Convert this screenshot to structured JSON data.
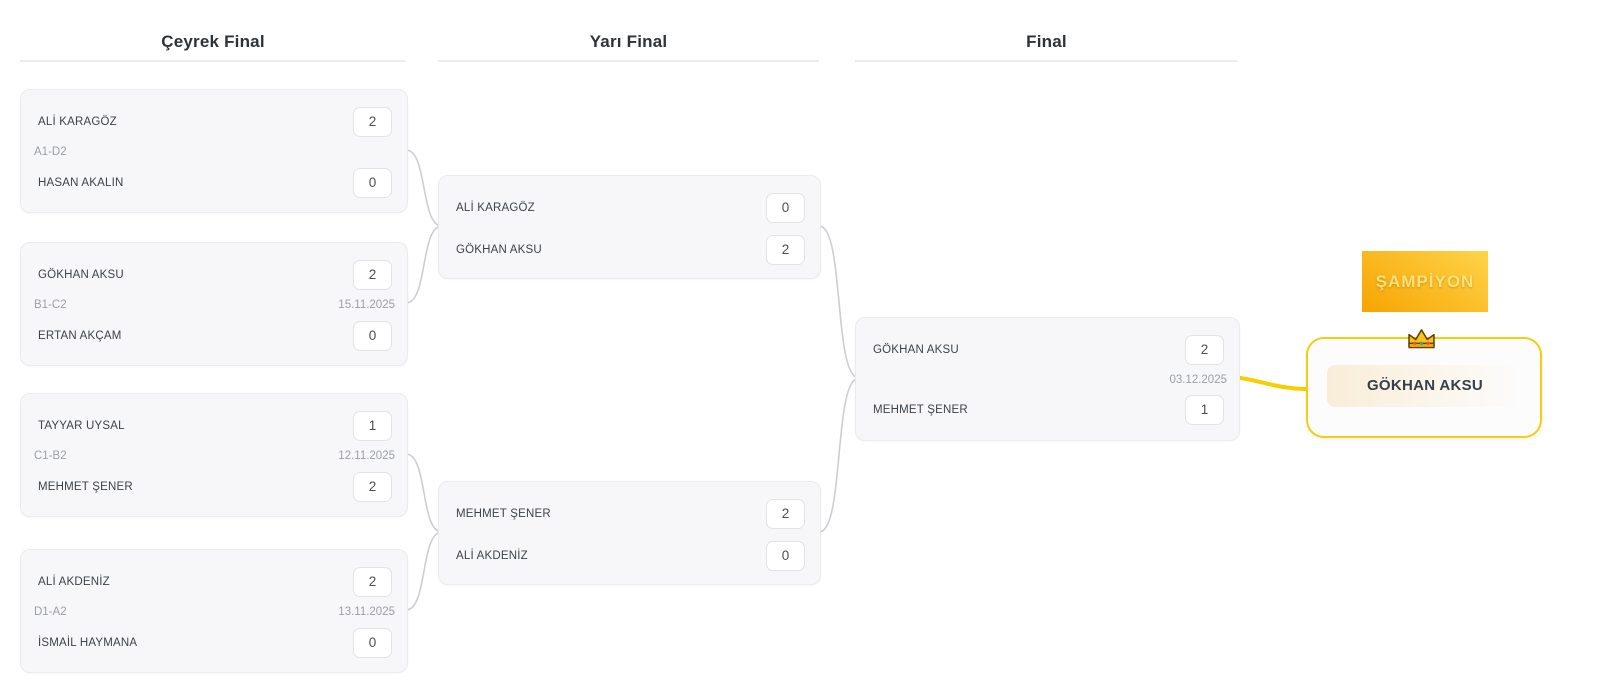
{
  "headers": {
    "quarter": "Çeyrek Final",
    "semi": "Yarı Final",
    "final": "Final"
  },
  "quarterfinals": [
    {
      "tie": "A1-D2",
      "date": "",
      "players": [
        {
          "name": "ALİ KARAGÖZ",
          "score": "2"
        },
        {
          "name": "HASAN AKALIN",
          "score": "0"
        }
      ]
    },
    {
      "tie": "B1-C2",
      "date": "15.11.2025",
      "players": [
        {
          "name": "GÖKHAN AKSU",
          "score": "2"
        },
        {
          "name": "ERTAN AKÇAM",
          "score": "0"
        }
      ]
    },
    {
      "tie": "C1-B2",
      "date": "12.11.2025",
      "players": [
        {
          "name": "TAYYAR UYSAL",
          "score": "1"
        },
        {
          "name": "MEHMET ŞENER",
          "score": "2"
        }
      ]
    },
    {
      "tie": "D1-A2",
      "date": "13.11.2025",
      "players": [
        {
          "name": "ALİ AKDENİZ",
          "score": "2"
        },
        {
          "name": "İSMAİL HAYMANA",
          "score": "0"
        }
      ]
    }
  ],
  "semifinals": [
    {
      "players": [
        {
          "name": "ALİ KARAGÖZ",
          "score": "0"
        },
        {
          "name": "GÖKHAN AKSU",
          "score": "2"
        }
      ]
    },
    {
      "players": [
        {
          "name": "MEHMET ŞENER",
          "score": "2"
        },
        {
          "name": "ALİ AKDENİZ",
          "score": "0"
        }
      ]
    }
  ],
  "final_match": {
    "date": "03.12.2025",
    "players": [
      {
        "name": "GÖKHAN AKSU",
        "score": "2"
      },
      {
        "name": "MEHMET ŞENER",
        "score": "1"
      }
    ]
  },
  "champion": {
    "banner_label": "ŞAMPİYON",
    "crown_icon": "crown",
    "name": "GÖKHAN AKSU"
  },
  "colors": {
    "gold_line": "#F7CE00",
    "champion_border": "#F2CE0C",
    "banner_gradient_start": "#FFD44A",
    "banner_gradient_end": "#F6A402",
    "card_background": "#f7f7f9",
    "connector_gray": "#cdced2"
  }
}
